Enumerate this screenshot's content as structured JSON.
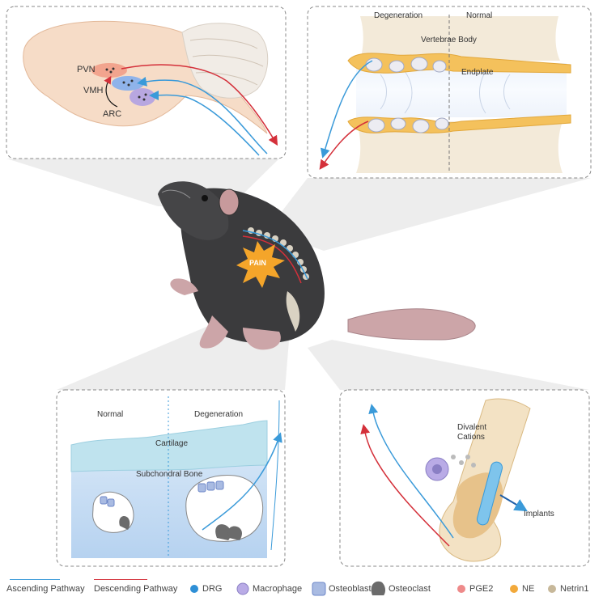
{
  "brain_panel": {
    "labels": {
      "pvn": "PVN",
      "vmh": "VMH",
      "arc": "ARC"
    }
  },
  "spine_panel": {
    "degeneration": "Degeneration",
    "normal": "Normal",
    "vertebrae_body": "Vertebrae Body",
    "endplate": "Endplate"
  },
  "mouse": {
    "pain": "PAIN"
  },
  "joint_panel": {
    "normal": "Normal",
    "degeneration": "Degeneration",
    "cartilage": "Cartilage",
    "subchondral_bone": "Subchondral Bone"
  },
  "implant_panel": {
    "divalent_cations": "Divalent Cations",
    "implants": "Implants"
  },
  "legend": {
    "ascending": "Ascending Pathway",
    "descending": "Descending Pathway",
    "drg": "DRG",
    "macrophage": "Macrophage",
    "osteoblast": "Osteoblast",
    "osteoclast": "Osteoclast",
    "pge2": "PGE2",
    "ne": "NE",
    "netrin1": "Netrin1"
  },
  "colors": {
    "ascending": "#3a9ad9",
    "descending": "#d4303a",
    "drg": "#2e8fd6",
    "macrophage": "#8a7fc4",
    "osteoblast": "#6d87c8",
    "osteoclast": "#6b6b6b",
    "pge2": "#ee8a8a",
    "ne": "#f2a93b",
    "netrin1": "#c7b89a"
  }
}
